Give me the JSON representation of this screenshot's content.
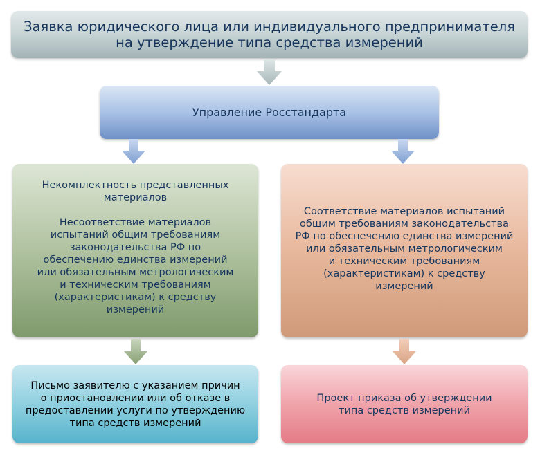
{
  "nodes": {
    "top": "Заявка юридического лица или индивидуального предпринимателя\nна утверждение типа средства измерений",
    "middle": "Управление Росстандарта",
    "left": "Некомплектность представленных\nматериалов\n\nНесоответствие материалов\nиспытаний общим требованиям\nзаконодательства РФ по\nобеспечению единства измерений\nили обязательным метрологическим\nи техническим требованиям\n(характеристикам) к средству\nизмерений",
    "right": "Соответствие материалов испытаний\nобщим требованиям законодательства\nРФ по обеспечению единства измерений\nили обязательным метрологическим\nи техническим требованиям\n(характеристикам) к средству\nизмерений",
    "bottom_left": "Письмо заявителю с указанием причин\nо приостановлении или об отказе в\nпредоставлении услуги по утверждению\nтипа средств измерений",
    "bottom_right": "Проект приказа об утверждении\nтипа средств измерений"
  },
  "colors": {
    "text": "#17365d",
    "top_fill": "#c7d3d4",
    "middle_fill": "#a9c2e6",
    "left_fill": "#b0c2a0",
    "right_fill": "#e8b89c",
    "bottom_left_fill": "#8fd0e0",
    "bottom_right_fill": "#f0a3aa"
  }
}
